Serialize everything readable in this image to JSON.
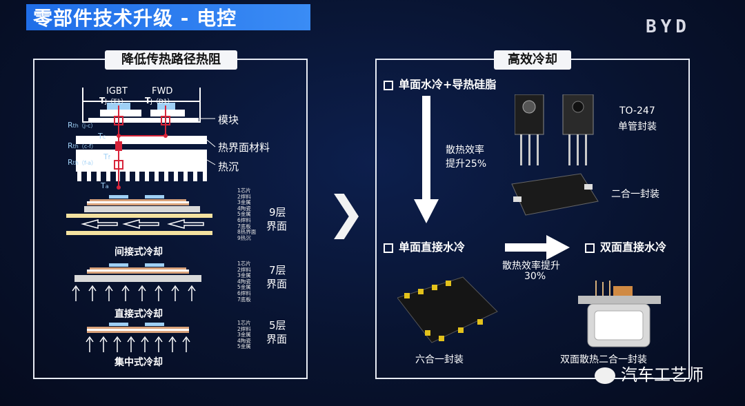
{
  "title": "零部件技术升级 - 电控",
  "logo": "BYD",
  "left_panel": {
    "label": "降低传热路径热阻",
    "diagram": {
      "igbt": "IGBT",
      "fwd": "FWD",
      "tj_t1": "T",
      "tj_t1_sub": "J（T1）",
      "tj_d1": "T",
      "tj_d1_sub": "J（D1）",
      "rth_jc": "R",
      "rth_jc_sub": "th（j-c）",
      "tc": "T",
      "tc_sub": "c",
      "rth_cf": "R",
      "rth_cf_sub": "th（c-f）",
      "tf": "T",
      "tf_sub": "f",
      "rth_fa": "R",
      "rth_fa_sub": "th（f-a）",
      "ta": "T",
      "ta_sub": "a",
      "module": "模块",
      "tim": "热界面材料",
      "heatsink": "热沉"
    },
    "indirect": {
      "layers": [
        "1芯片",
        "2焊料",
        "3金属",
        "4陶瓷",
        "5金属",
        "6焊料",
        "7底板",
        "8热界面",
        "9热沉"
      ],
      "count": "9层",
      "count2": "界面",
      "caption": "间接式冷却"
    },
    "direct": {
      "layers": [
        "1芯片",
        "2焊料",
        "3金属",
        "4陶瓷",
        "5金属",
        "6焊料",
        "7底板"
      ],
      "count": "7层",
      "count2": "界面",
      "caption": "直接式冷却"
    },
    "integrated": {
      "layers": [
        "1芯片",
        "2焊料",
        "3金属",
        "4陶瓷",
        "5金属"
      ],
      "count": "5层",
      "count2": "界面",
      "caption": "集中式冷却"
    }
  },
  "right_panel": {
    "label": "高效冷却",
    "item1": "单面水冷+导热硅脂",
    "gain1_line1": "散热效率",
    "gain1_line2": "提升25%",
    "to247_line1": "TO-247",
    "to247_line2": "单管封装",
    "twoinone": "二合一封装",
    "item2": "单面直接水冷",
    "gain2_line1": "散热效率提升",
    "gain2_line2": "30%",
    "item3": "双面直接水冷",
    "sixinone": "六合一封装",
    "double_twoinone": "双面散热二合一封装"
  },
  "watermark": "汽车工艺师",
  "colors": {
    "title_bar": "#2f7ff0",
    "accent_red": "#d8243a",
    "chip_blue": "#9fd0f5",
    "copper": "#d9a27a",
    "board_yellow": "#f4e2a0"
  }
}
